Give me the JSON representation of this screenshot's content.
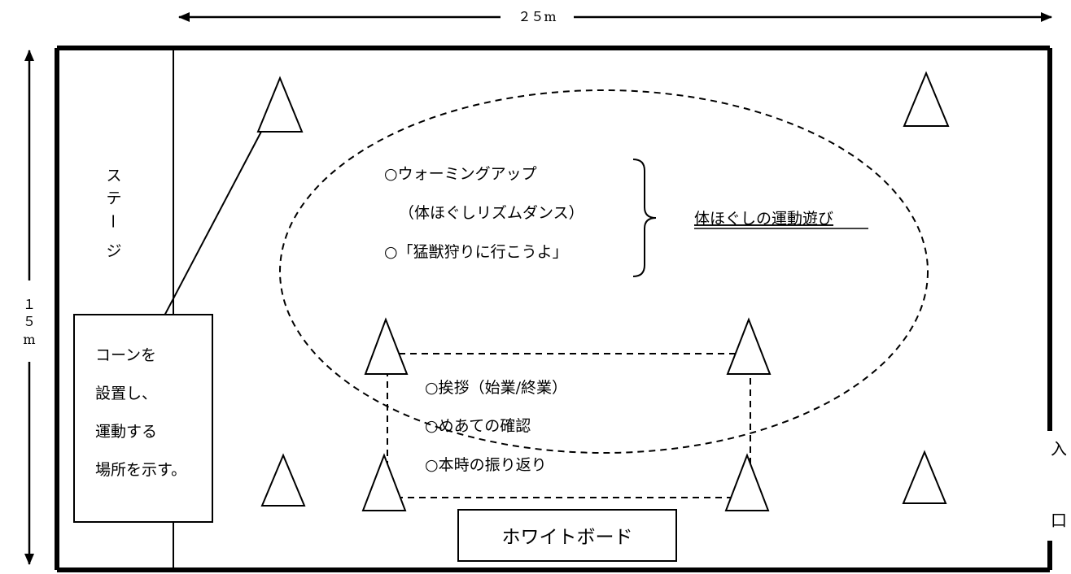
{
  "dimensions": {
    "width_label": "２５m",
    "height_label": [
      "１",
      "５",
      "m"
    ]
  },
  "stage": {
    "label": [
      "ス",
      "テ",
      "ー",
      "ジ"
    ]
  },
  "note_box": {
    "lines": [
      "コーンを",
      "設置し、",
      "運動する",
      "場所を示す。"
    ]
  },
  "warmup_group": {
    "lines": [
      "○ウォーミングアップ",
      "（体ほぐしリズムダンス）",
      "○「猛獣狩りに行こうよ」"
    ],
    "label": "体ほぐしの運動遊び"
  },
  "center_group": {
    "lines": [
      "○挨拶（始業/終業）",
      "○めあての確認",
      "○本時の振り返り"
    ]
  },
  "whiteboard": {
    "label": "ホワイトボード"
  },
  "entrance": {
    "label": [
      "入",
      "口"
    ]
  }
}
